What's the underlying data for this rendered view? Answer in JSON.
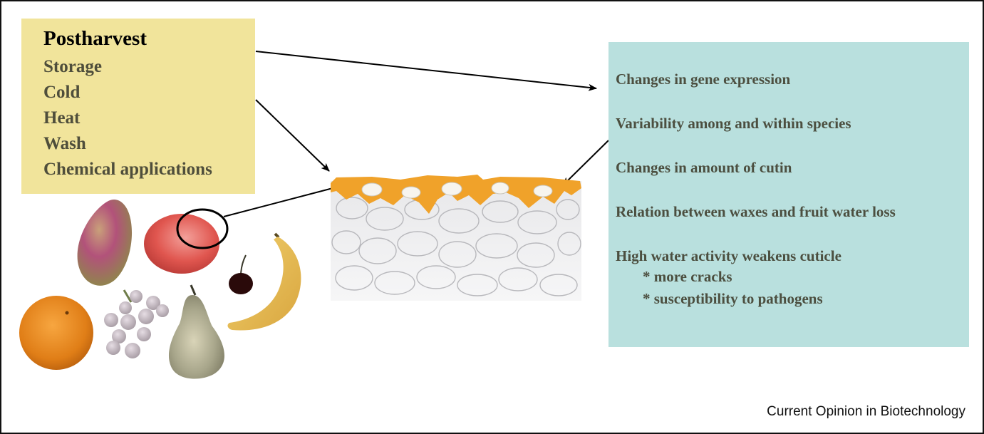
{
  "postharvest": {
    "title": "Postharvest",
    "items": [
      "Storage",
      "Cold",
      "Heat",
      "Wash",
      "Chemical applications"
    ]
  },
  "effects": {
    "items": [
      "Changes in gene expression",
      "Variability among and within species",
      "Changes in amount of cutin",
      "Relation between waxes and fruit water loss",
      "High water activity weakens cuticle"
    ],
    "subitems": [
      "* more cracks",
      "* susceptibility to pathogens"
    ]
  },
  "credit": "Current Opinion in Biotechnology",
  "colors": {
    "postharvest_box": "#f1e49b",
    "effects_box": "#b9e0de",
    "cuticle": "#f0a22a",
    "arrow": "#000000"
  }
}
